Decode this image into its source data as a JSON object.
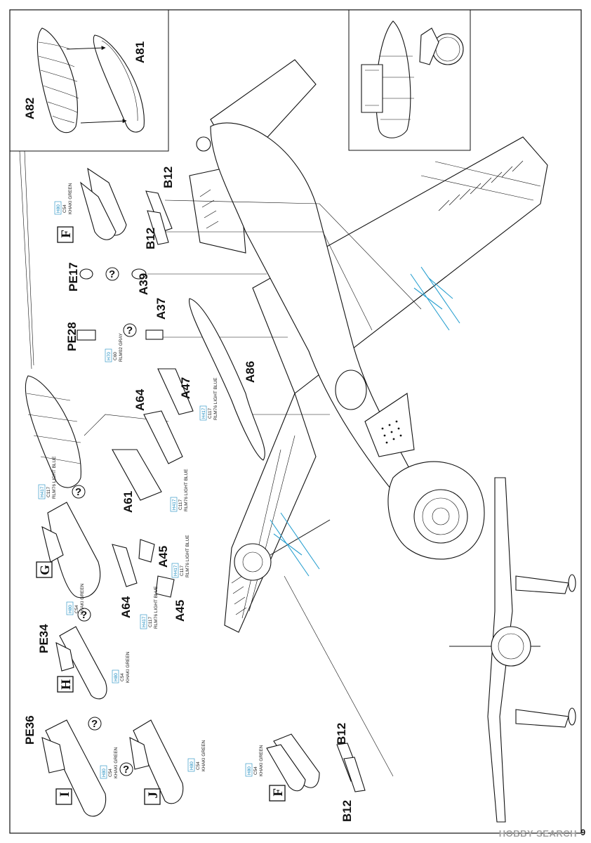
{
  "parts": {
    "a82": "A82",
    "a81": "A81",
    "b12_top": "B12",
    "b12_mid": "B12",
    "b12_bot1": "B12",
    "b12_bot2": "B12",
    "pe17": "PE17",
    "a39": "A39",
    "pe28": "PE28",
    "a37": "A37",
    "a86": "A86",
    "a64_top": "A64",
    "a47": "A47",
    "a61": "A61",
    "a45_top": "A45",
    "a45_bot": "A45",
    "a64_bot": "A64",
    "pe34": "PE34",
    "pe36": "PE36"
  },
  "variants": {
    "f_top": "F",
    "g": "G",
    "h": "H",
    "i": "I",
    "j": "J",
    "f_bot": "F"
  },
  "question_mark": "?",
  "paints": {
    "khaki_h": "H80",
    "khaki_c": "C54",
    "khaki_name": "KHAKI GREEN",
    "blue_h": "H417",
    "blue_c": "C117",
    "blue_name": "RLM76 LIGHT BLUE",
    "gray_h": "H70",
    "gray_c": "C60",
    "gray_name": "RLM02 GRAY"
  },
  "footer": {
    "watermark": "HOBBY SEARCH",
    "page": "9"
  },
  "colors": {
    "line": "#111111",
    "callout_blue": "#2aa0d0",
    "watermark": "#a0a0a0"
  }
}
